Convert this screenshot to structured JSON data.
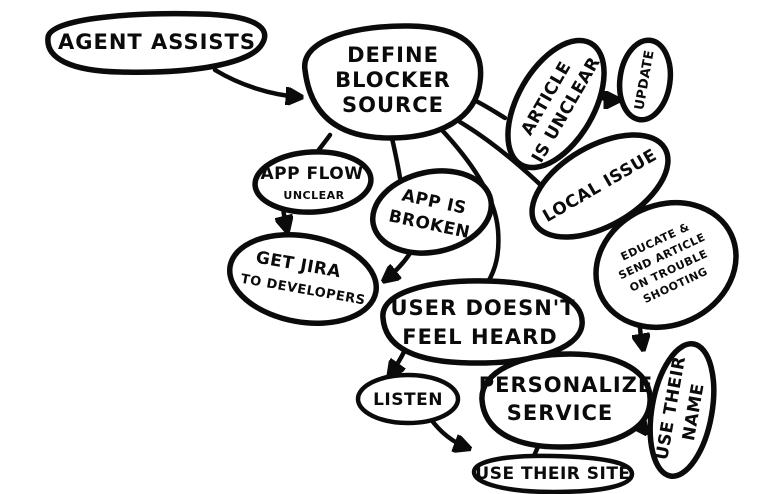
{
  "nodes": {
    "agent_assists": [
      "AGENT ASSISTS"
    ],
    "define_blocker_source": [
      "DEFINE",
      "BLOCKER",
      "SOURCE"
    ],
    "article_unclear": [
      "ARTICLE",
      "IS UNCLEAR"
    ],
    "update": [
      "UPDATE"
    ],
    "app_flow_unclear": [
      "APP FLOW",
      "UNCLEAR"
    ],
    "app_is_broken": [
      "APP IS",
      "BROKEN"
    ],
    "local_issue": [
      "LOCAL ISSUE"
    ],
    "get_jira": [
      "GET JIRA",
      "TO DEVELOPERS"
    ],
    "educate": [
      "EDUCATE &",
      "SEND ARTICLE",
      "ON TROUBLE",
      "SHOOTING"
    ],
    "user_not_heard": [
      "USER DOESN'T",
      "FEEL HEARD"
    ],
    "listen": [
      "LISTEN"
    ],
    "personalize": [
      "PERSONALIZE",
      "SERVICE"
    ],
    "use_their_name": [
      "USE THEIR",
      "NAME"
    ],
    "use_their_site": [
      "USE THEIR SITE"
    ]
  }
}
